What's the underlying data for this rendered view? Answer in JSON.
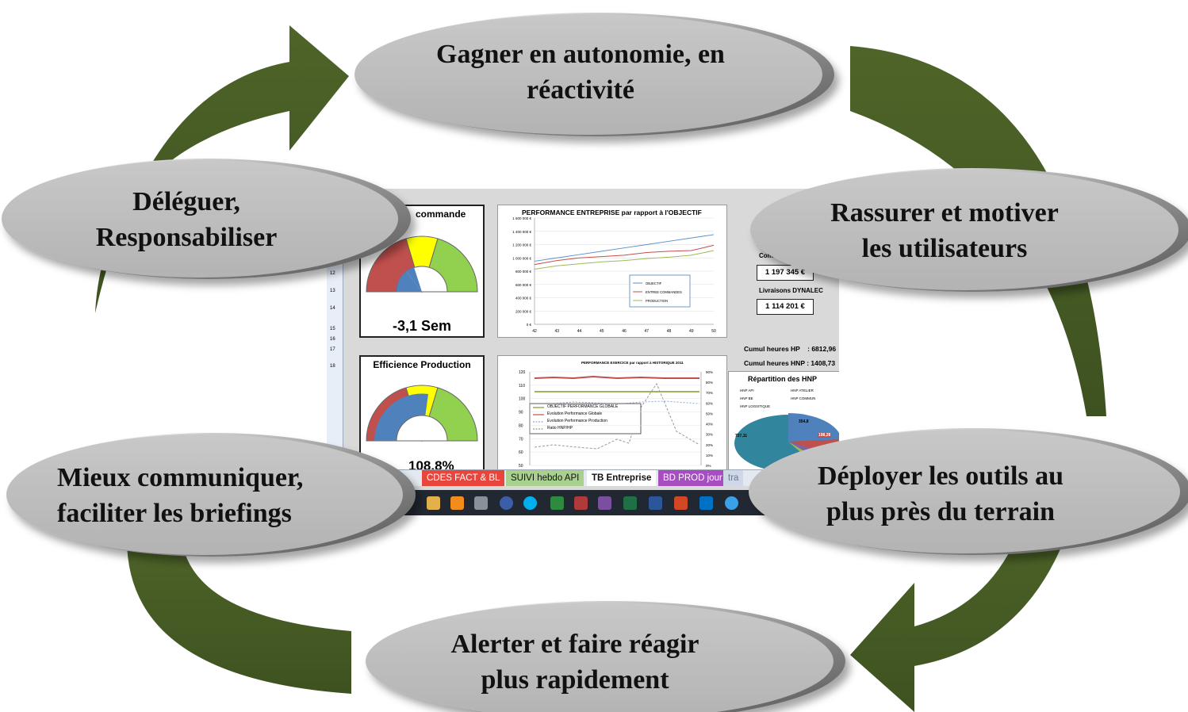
{
  "cycle": {
    "steps": [
      {
        "label": "Gagner en autonomie, en\nréactivité"
      },
      {
        "label": "Rassurer et motiver\nles utilisateurs"
      },
      {
        "label": "Déployer les outils au\nplus près du terrain"
      },
      {
        "label": "Alerter et faire réagir\nplus rapidement"
      },
      {
        "label": "Mieux communiquer,\nfaciliter les briefings"
      },
      {
        "label": "Déléguer,\nResponsabiliser"
      }
    ],
    "arrow_color": "#4e6428",
    "oval_color": "#bfbfbf"
  },
  "screenshot": {
    "gauge_top": {
      "title": "commande",
      "value": "-3,1 Sem"
    },
    "gauge_bottom": {
      "title": "Efficience Production",
      "value": "108.8%"
    },
    "chart1": {
      "title": "PERFORMANCE ENTREPRISE par rapport  à l'OBJECTIF",
      "y_ticks": [
        "1 600 000 €",
        "1 400 000 €",
        "1 200 000 €",
        "1 000 000 €",
        "800 000 €",
        "600 000 €",
        "400 000 €",
        "200 000 €",
        "0 €"
      ],
      "x_ticks": [
        "42",
        "43",
        "44",
        "45",
        "46",
        "47",
        "48",
        "49",
        "50"
      ],
      "legend": [
        "OBJECTIF",
        "ENTREE COMMANDES",
        "PRODUCTION"
      ]
    },
    "chart2": {
      "title": "PERFORMANCE EXERCICE par rapport  à HISTORIQUE  2011",
      "y_left": [
        "120",
        "110",
        "100",
        "90",
        "80",
        "70",
        "60",
        "50"
      ],
      "y_right": [
        "90%",
        "80%",
        "70%",
        "60%",
        "50%",
        "40%",
        "30%",
        "20%",
        "10%",
        "0%"
      ],
      "legend": [
        "OBJECTIF PERFORMANCE GLOBALE",
        "Evolution Performance Globale",
        "Evolution Performance Production",
        "Ratio HNP/HP"
      ]
    },
    "right": {
      "label_commandes": "Comm",
      "value_commandes": "1 197 345 €",
      "label_livraisons": "Livraisons DYNALEC",
      "value_livraisons": "1 114 201 €",
      "cumul_hp": "Cumul heures HP    : 6812,96",
      "cumul_hnp": "Cumul heures HNP : 1408,73"
    },
    "pie": {
      "title": "Répartition des HNP",
      "legend": [
        "HNP API",
        "HNP ATELIER",
        "HNP BE",
        "HNP COMMUN",
        "HNP LOGISTIQUE"
      ],
      "values": [
        "727,11",
        "354,8",
        "198,28"
      ]
    },
    "row_numbers": [
      "12",
      "13",
      "14",
      "15",
      "16",
      "17",
      "18"
    ],
    "tabs": [
      "CDES FACT & BL",
      "SUIVI hebdo API",
      "TB Entreprise",
      "BD PROD jour",
      "tra"
    ]
  },
  "chart_data": {
    "type": "line",
    "title": "PERFORMANCE ENTREPRISE par rapport  à l'OBJECTIF",
    "x": [
      "42",
      "43",
      "44",
      "45",
      "46",
      "47",
      "48",
      "49",
      "50"
    ],
    "ylim": [
      0,
      1600000
    ],
    "series": [
      {
        "name": "OBJECTIF",
        "values": [
          950000,
          1000000,
          1050000,
          1100000,
          1150000,
          1200000,
          1250000,
          1300000,
          1350000
        ],
        "color": "#5b8fd0"
      },
      {
        "name": "ENTREE COMMANDES",
        "values": [
          900000,
          960000,
          1000000,
          1020000,
          1040000,
          1080000,
          1100000,
          1110000,
          1190000
        ],
        "color": "#c0504d"
      },
      {
        "name": "PRODUCTION",
        "values": [
          830000,
          880000,
          910000,
          940000,
          960000,
          990000,
          1010000,
          1040000,
          1110000
        ],
        "color": "#9bbb59"
      }
    ]
  }
}
